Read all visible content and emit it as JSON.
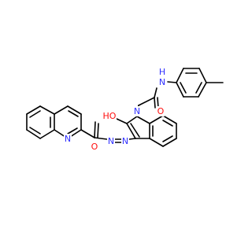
{
  "colors": {
    "carbon_bond": "#000000",
    "oxygen": "#ff0d0d",
    "nitrogen": "#3030ff"
  },
  "atom_labels": {
    "hydroxyl_oxygen": "HO",
    "amide_oxygen_right": "O",
    "amide_nitrogen_right": "N",
    "amide_hydrogen_right": "H",
    "indole_nitrogen": "N",
    "quinoline_nitrogen": "N",
    "carbonyl_oxygen_left": "O",
    "azo_nitrogen_left": "N",
    "azo_nitrogen_right": "N"
  }
}
